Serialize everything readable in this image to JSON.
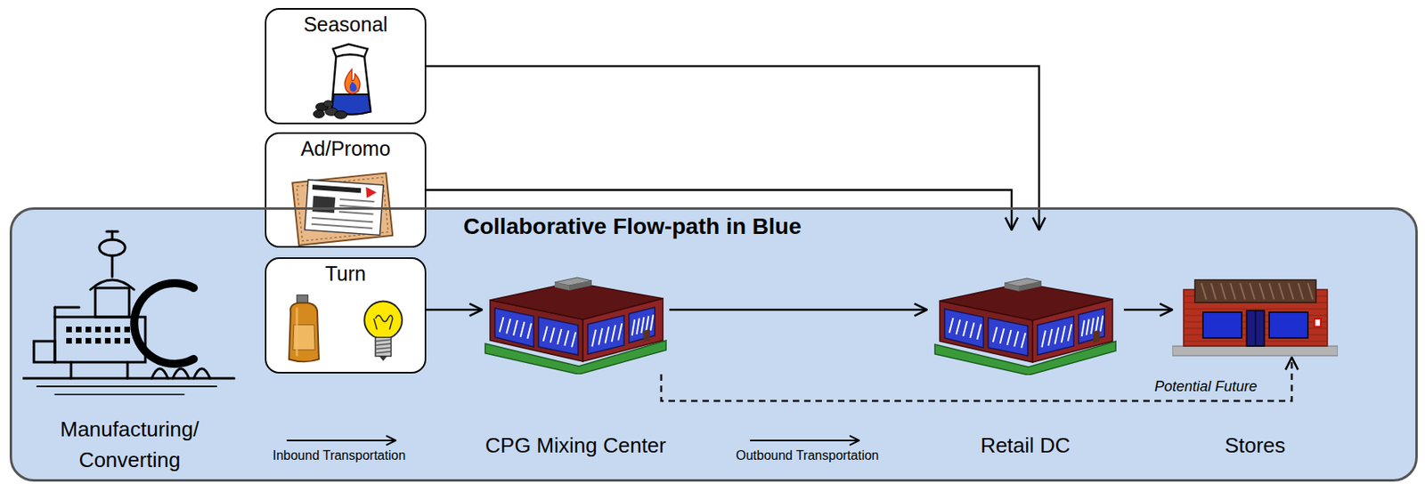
{
  "diagram": {
    "nodes": [
      {
        "text": [
          "Seasonal"
        ]
      },
      {
        "text": [
          "Ad/Promo"
        ]
      },
      {
        "text": [
          "Collaborative Flow-path in Blue"
        ]
      },
      {
        "text": [
          "Manufacturing/ Converting"
        ],
        "in": 2
      },
      {
        "text": [
          "Turn"
        ],
        "in": 2
      },
      {
        "text": [
          "CPG Mixing Center"
        ],
        "in": 2
      },
      {
        "text": [
          "Retail DC"
        ],
        "in": 2
      },
      {
        "text": [
          "Stores"
        ],
        "in": 2
      }
    ],
    "edges": [
      {
        "from": 0,
        "to": 6,
        "arrow": "to"
      },
      {
        "from": 1,
        "to": 6,
        "arrow": "to"
      },
      {
        "from": 4,
        "to": 5,
        "arrow": "to"
      },
      {
        "from": 5,
        "to": 6,
        "arrow": "to"
      },
      {
        "from": 6,
        "to": 7,
        "arrow": "to"
      },
      {
        "from": 5,
        "to": 7,
        "arrow": "to",
        "label": "Potential Future"
      }
    ],
    "labels": [
      "Inbound Transportation",
      "Outbound Transportation"
    ]
  }
}
